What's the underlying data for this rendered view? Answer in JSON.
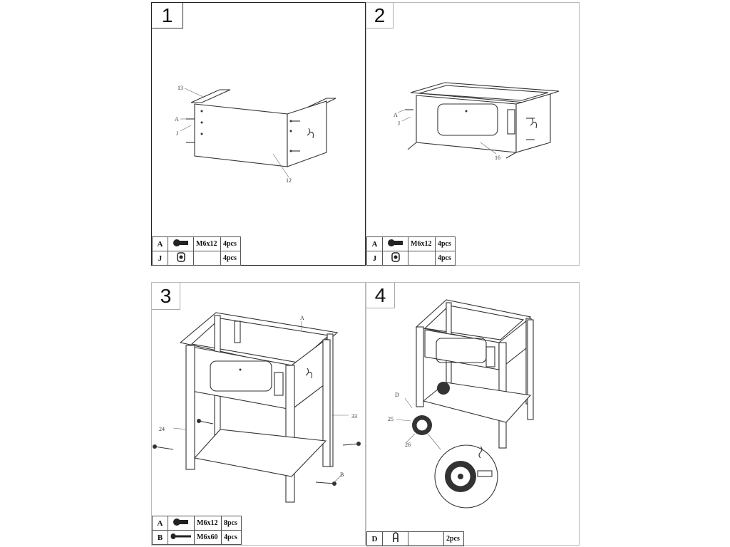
{
  "steps": [
    {
      "number": "1",
      "callouts": {
        "c1": "13",
        "c2": "A",
        "c3": "J",
        "c4": "12"
      },
      "parts": [
        {
          "key": "A",
          "icon": "bolt-icon",
          "size": "M6x12",
          "qty": "4pcs"
        },
        {
          "key": "J",
          "icon": "nut-icon",
          "size": "",
          "qty": "4pcs"
        }
      ]
    },
    {
      "number": "2",
      "callouts": {
        "c1": "A",
        "c2": "J",
        "c3": "16"
      },
      "parts": [
        {
          "key": "A",
          "icon": "bolt-icon",
          "size": "M6x12",
          "qty": "4pcs"
        },
        {
          "key": "J",
          "icon": "nut-icon",
          "size": "",
          "qty": "4pcs"
        }
      ]
    },
    {
      "number": "3",
      "callouts": {
        "c1": "A",
        "c2": "24",
        "c3": "33",
        "c4": "B"
      },
      "parts": [
        {
          "key": "A",
          "icon": "bolt-icon",
          "size": "M6x12",
          "qty": "8pcs"
        },
        {
          "key": "B",
          "icon": "long-bolt-icon",
          "size": "M6x60",
          "qty": "4pcs"
        }
      ]
    },
    {
      "number": "4",
      "callouts": {
        "c1": "D",
        "c2": "25",
        "c3": "26"
      },
      "parts": [
        {
          "key": "D",
          "icon": "clip-icon",
          "size": "",
          "qty": "2pcs"
        }
      ]
    }
  ]
}
